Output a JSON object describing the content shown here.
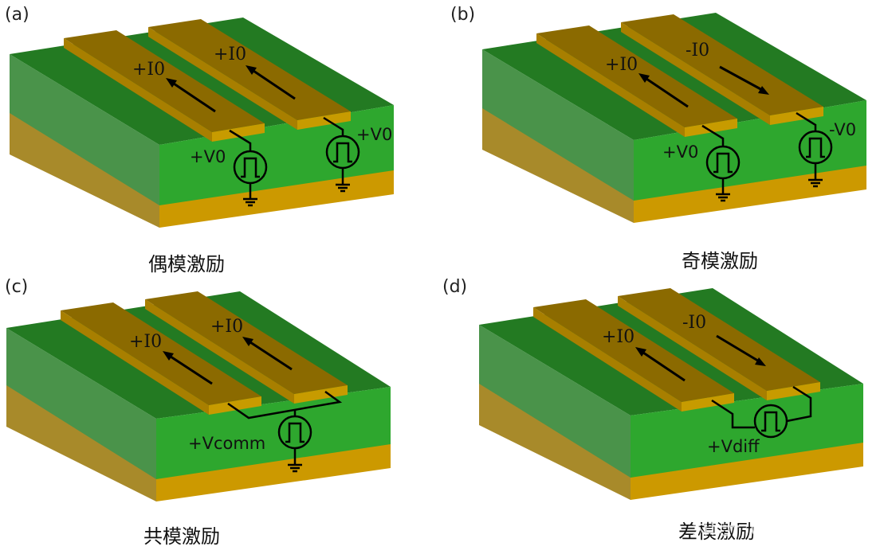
{
  "colors": {
    "substrate_top": "#237a22",
    "substrate_front": "#2ea72e",
    "substrate_side": "#4a934a",
    "ground_front": "#cc9900",
    "ground_side": "#a88a2a",
    "trace_top": "#8b6a00",
    "trace_side": "#a87f00",
    "trace_end": "#c79b00"
  },
  "panels": [
    {
      "label": "(a)",
      "caption": "偶模激励",
      "current_left": "+I0",
      "current_right": "+I0",
      "voltage_left": "+V0",
      "voltage_right": "+V0"
    },
    {
      "label": "(b)",
      "caption": "奇模激励",
      "current_left": "+I0",
      "current_right": "-I0",
      "voltage_left": "+V0",
      "voltage_right": "-V0"
    },
    {
      "label": "(c)",
      "caption": "共模激励",
      "current_left": "+I0",
      "current_right": "+I0",
      "voltage": "+Vcomm"
    },
    {
      "label": "(d)",
      "caption": "差模激励",
      "current_left": "+I0",
      "current_right": "-I0",
      "voltage": "+Vdiff"
    }
  ],
  "watermark": "知乎 @tubian"
}
